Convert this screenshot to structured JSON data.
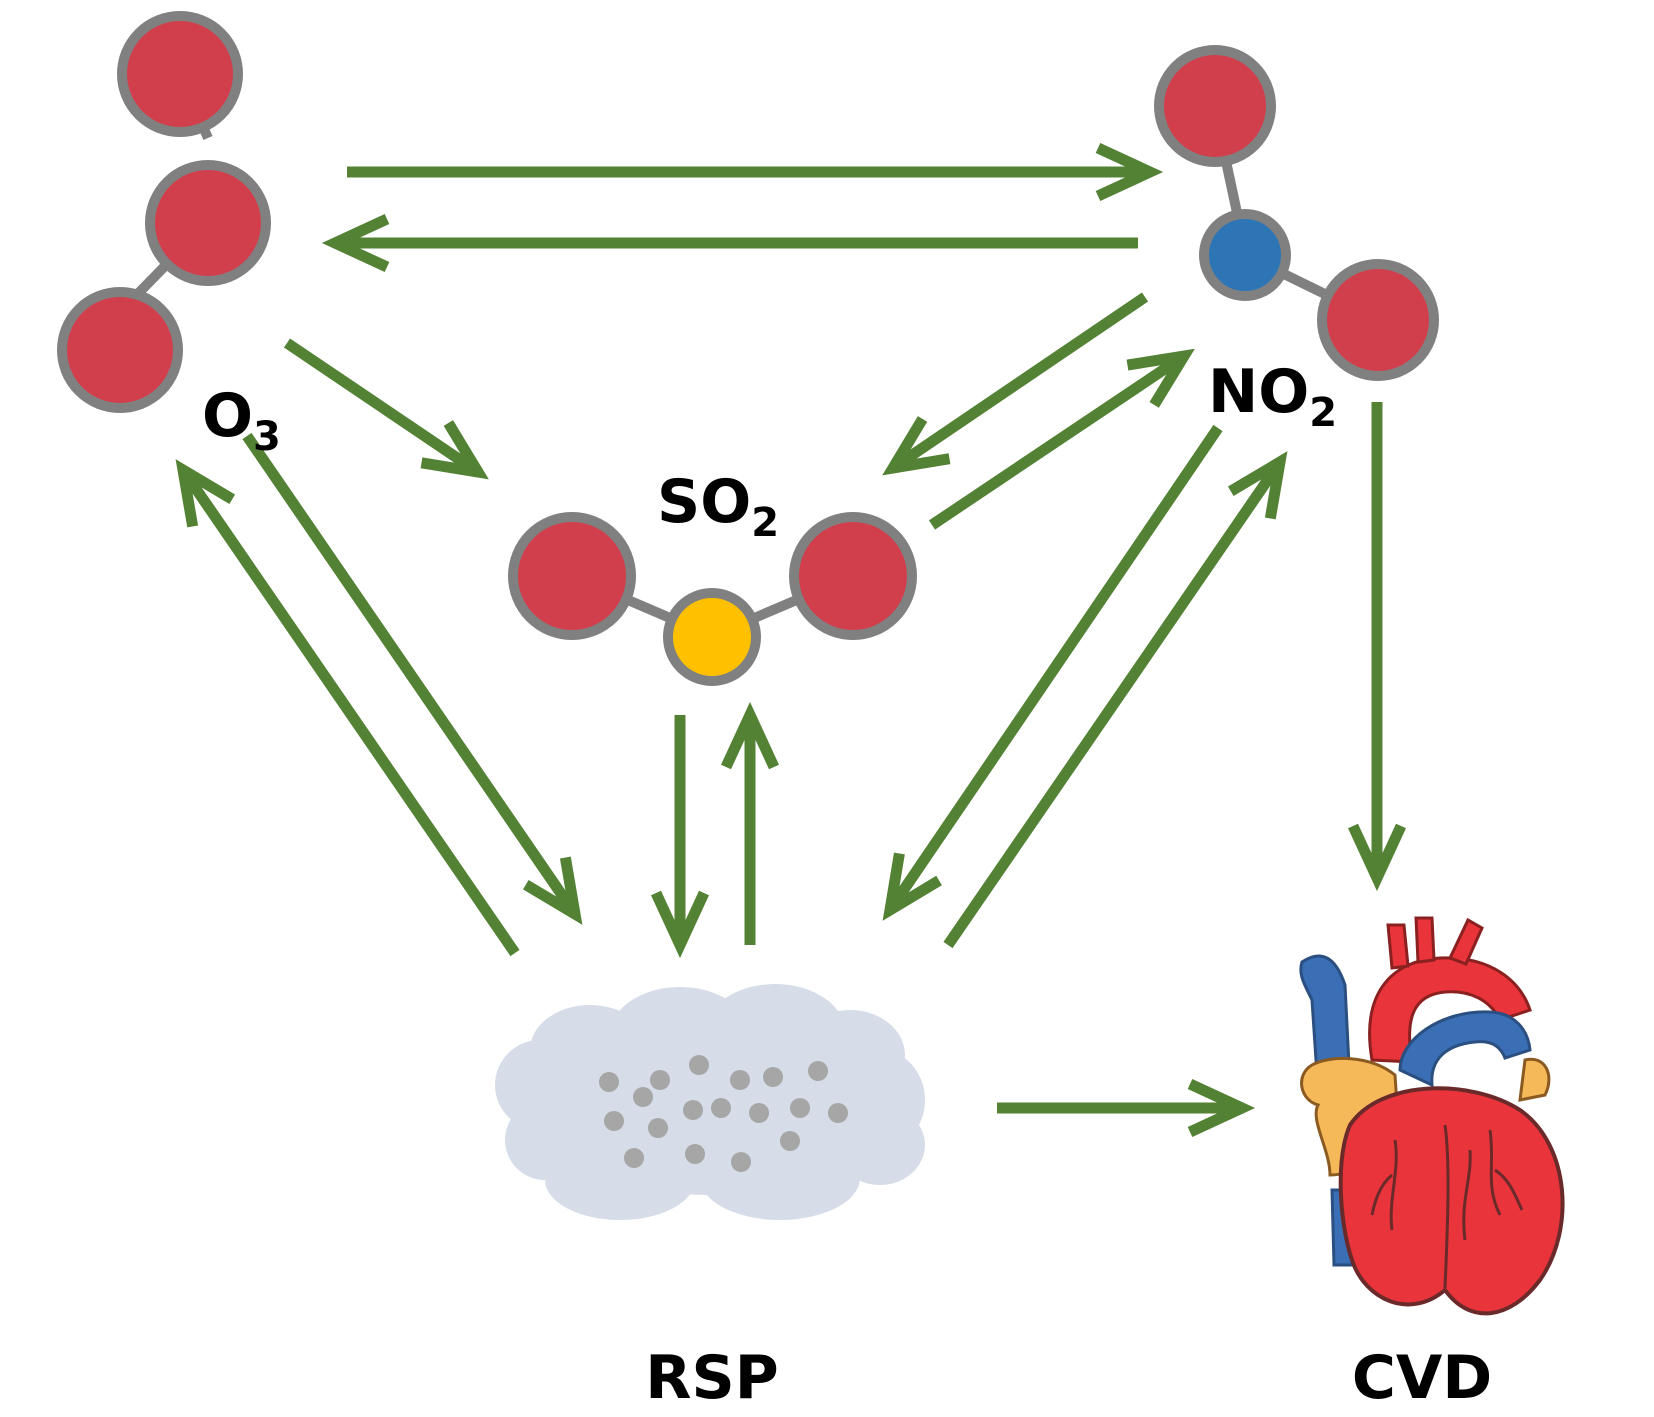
{
  "labels": {
    "o3": {
      "main": "O",
      "sub": "3"
    },
    "no2": {
      "main": "NO",
      "sub": "2"
    },
    "so2": {
      "main": "SO",
      "sub": "2"
    },
    "rsp": "RSP",
    "cvd": "CVD"
  },
  "colors": {
    "arrow": "#548235",
    "oxygen": "#d13f4d",
    "nitrogen": "#2e75b6",
    "sulfur": "#ffc000",
    "atom_outline": "#808080",
    "bond": "#808080",
    "cloud": "#d6dde8",
    "particle": "#a6a6a6",
    "heart_red": "#e8343a",
    "heart_blue": "#3a6fb5",
    "heart_yellow": "#f6b95a",
    "heart_outline": "#6b2a2a"
  },
  "icons": {
    "o3": "ozone-molecule-icon",
    "no2": "nitrogen-dioxide-molecule-icon",
    "so2": "sulfur-dioxide-molecule-icon",
    "rsp": "particulate-cloud-icon",
    "cvd": "heart-icon"
  },
  "relations": [
    {
      "from": "O3",
      "to": "NO2"
    },
    {
      "from": "NO2",
      "to": "O3"
    },
    {
      "from": "O3",
      "to": "SO2"
    },
    {
      "from": "NO2",
      "to": "SO2"
    },
    {
      "from": "SO2",
      "to": "NO2"
    },
    {
      "from": "O3",
      "to": "RSP"
    },
    {
      "from": "RSP",
      "to": "O3"
    },
    {
      "from": "SO2",
      "to": "RSP"
    },
    {
      "from": "RSP",
      "to": "SO2"
    },
    {
      "from": "NO2",
      "to": "RSP"
    },
    {
      "from": "RSP",
      "to": "NO2"
    },
    {
      "from": "NO2",
      "to": "CVD"
    },
    {
      "from": "RSP",
      "to": "CVD"
    }
  ]
}
